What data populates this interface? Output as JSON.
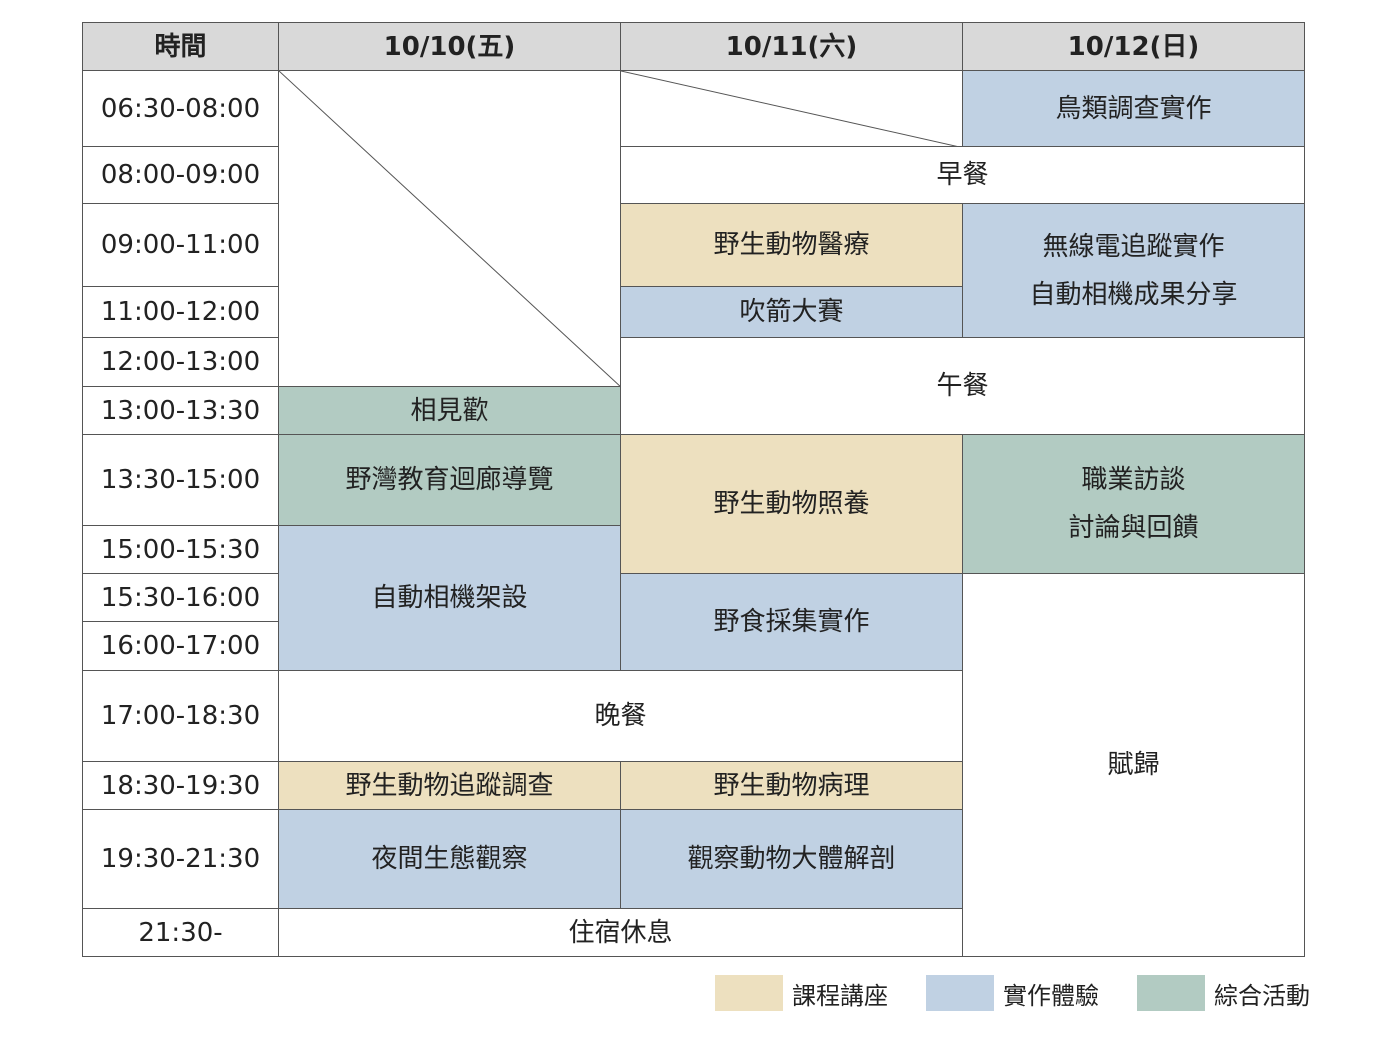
{
  "header": {
    "time": "時間",
    "days": [
      "10/10(五)",
      "10/11(六)",
      "10/12(日)"
    ]
  },
  "times": [
    "06:30-08:00",
    "08:00-09:00",
    "09:00-11:00",
    "11:00-12:00",
    "12:00-13:00",
    "13:00-13:30",
    "13:30-15:00",
    "15:00-15:30",
    "15:30-16:00",
    "16:00-17:00",
    "17:00-18:30",
    "18:30-19:30",
    "19:30-21:30",
    "21:30-"
  ],
  "events": {
    "bird_survey": "鳥類調查實作",
    "breakfast": "早餐",
    "wildlife_medicine": "野生動物醫療",
    "radio_tracking": "無線電追蹤實作",
    "camera_results": "自動相機成果分享",
    "blowgun": "吹箭大賽",
    "lunch": "午餐",
    "welcome": "相見歡",
    "corridor_tour": "野灣教育迴廊導覽",
    "wildlife_care": "野生動物照養",
    "career_interview": "職業訪談",
    "discussion": "討論與回饋",
    "camera_setup": "自動相機架設",
    "foraging": "野食採集實作",
    "dinner": "晚餐",
    "return_home": "賦歸",
    "wildlife_tracking": "野生動物追蹤調查",
    "wildlife_pathology": "野生動物病理",
    "night_observation": "夜間生態觀察",
    "dissection": "觀察動物大體解剖",
    "lodging": "住宿休息"
  },
  "legend": [
    {
      "label": "課程講座",
      "color": "#ede0bf"
    },
    {
      "label": "實作體驗",
      "color": "#c0d1e3"
    },
    {
      "label": "綜合活動",
      "color": "#b2cbc2"
    }
  ],
  "colors": {
    "lecture": "#ede0bf",
    "hands_on": "#c0d1e3",
    "general": "#b2cbc2",
    "header": "#d9d9d9"
  }
}
